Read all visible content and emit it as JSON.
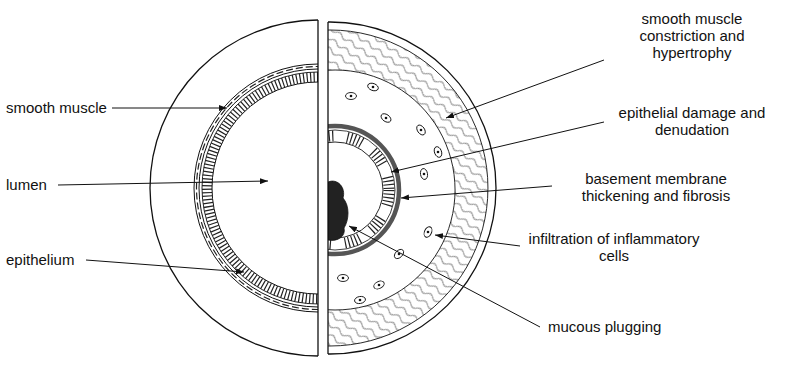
{
  "diagram": {
    "labels": [
      "smooth muscle",
      "lumen",
      "epithelium",
      "smooth muscle constriction and hypertrophy",
      "epithelial damage and denudation",
      "basement membrane thickening and fibrosis",
      "infiltration of inflammatory cells",
      "mucous plugging"
    ]
  }
}
